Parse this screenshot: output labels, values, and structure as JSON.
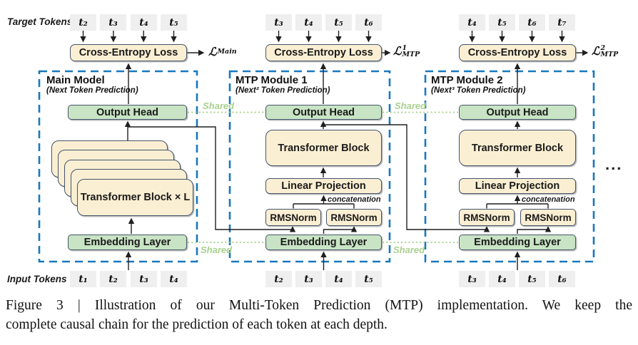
{
  "diagram": {
    "labels": {
      "target_tokens": "Target Tokens",
      "input_tokens": "Input Tokens",
      "shared": "Shared",
      "concatenation": "concatenation",
      "ellipsis": "..."
    },
    "colors": {
      "module_border_blue": "#1878BE",
      "box_cream": "#FBEFD3",
      "box_green": "#C8E4C4",
      "box_border": "#44546A",
      "token_gray": "#EFEFEF",
      "shared_green": "#A9D18E"
    },
    "modules": [
      {
        "title": "Main Model",
        "subtitle": "(Next Token Prediction)",
        "target_tokens": [
          "t₂",
          "t₃",
          "t₄",
          "t₅"
        ],
        "input_tokens": [
          "t₁",
          "t₂",
          "t₃",
          "t₄"
        ],
        "cross_entropy": "Cross-Entropy Loss",
        "loss": {
          "symbol": "ℒ",
          "sup": "",
          "sub": "Main"
        },
        "output_head": "Output Head",
        "transformer_block": "Transformer Block × L",
        "embedding": "Embedding Layer"
      },
      {
        "title": "MTP Module 1",
        "subtitle": "(Next² Token Prediction)",
        "target_tokens": [
          "t₃",
          "t₄",
          "t₅",
          "t₆"
        ],
        "input_tokens": [
          "t₂",
          "t₃",
          "t₄",
          "t₅"
        ],
        "cross_entropy": "Cross-Entropy Loss",
        "loss": {
          "symbol": "ℒ",
          "sup": "1",
          "sub": "MTP"
        },
        "output_head": "Output Head",
        "transformer_block": "Transformer Block",
        "linear_projection": "Linear Projection",
        "rmsnorm_left": "RMSNorm",
        "rmsnorm_right": "RMSNorm",
        "embedding": "Embedding Layer"
      },
      {
        "title": "MTP Module 2",
        "subtitle": "(Next³ Token Prediction)",
        "target_tokens": [
          "t₄",
          "t₅",
          "t₆",
          "t₇"
        ],
        "input_tokens": [
          "t₃",
          "t₄",
          "t₅",
          "t₆"
        ],
        "cross_entropy": "Cross-Entropy Loss",
        "loss": {
          "symbol": "ℒ",
          "sup": "2",
          "sub": "MTP"
        },
        "output_head": "Output Head",
        "transformer_block": "Transformer Block",
        "linear_projection": "Linear Projection",
        "rmsnorm_left": "RMSNorm",
        "rmsnorm_right": "RMSNorm",
        "embedding": "Embedding Layer"
      }
    ]
  },
  "caption": {
    "line1": "Figure 3 | Illustration of our Multi-Token Prediction (MTP) implementation. We keep the",
    "line2": "complete causal chain for the prediction of each token at each depth."
  }
}
